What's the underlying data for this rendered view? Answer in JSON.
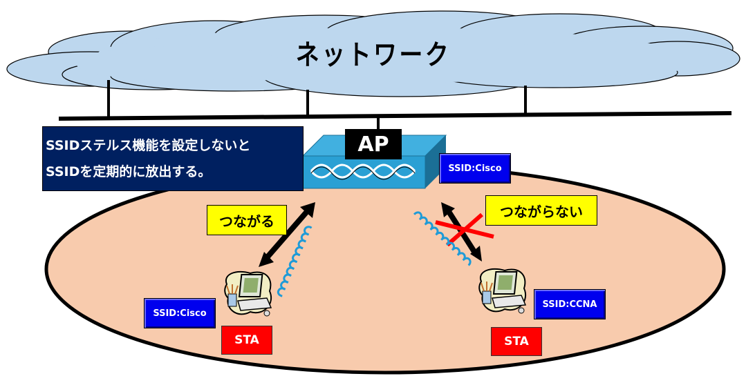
{
  "diagram": {
    "cloud": {
      "label": "ネットワーク",
      "fill": "#bdd7ee"
    },
    "info_box": {
      "lines": [
        "SSIDステルス機能を設定しないと",
        "SSIDを定期的に放出する。"
      ],
      "fill": "#002060"
    },
    "access_point": {
      "label": "AP",
      "ssid": "SSID:Cisco"
    },
    "coverage_area": {
      "fill": "#f8cbad"
    },
    "stations": [
      {
        "label": "STA",
        "ssid": "SSID:Cisco",
        "status": "つながる",
        "connected": true
      },
      {
        "label": "STA",
        "ssid": "SSID:CCNA",
        "status": "つながらない",
        "connected": false
      }
    ],
    "colors": {
      "ssid_box": "#0000ee",
      "sta_box": "#ff0000",
      "note_box": "#ffff00",
      "signal_wave": "#1f9bd7",
      "reject_cross": "#ff0000"
    }
  }
}
